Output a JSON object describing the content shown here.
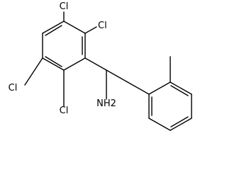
{
  "labels": {
    "cl_top_left": "Cl",
    "cl_top_right": "Cl",
    "cl_left": "Cl",
    "cl_bottom": "Cl",
    "amine": "NH2"
  },
  "colors": {
    "bond": "#000000",
    "text": "#000000",
    "background": "#ffffff"
  }
}
